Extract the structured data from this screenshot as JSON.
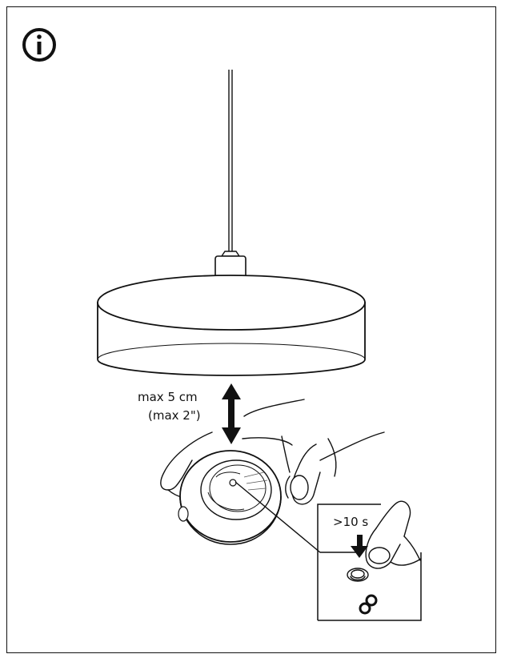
{
  "labels": {
    "distance_cm": "max 5 cm",
    "distance_in": "(max 2\")",
    "press_time": ">10 s"
  },
  "icons": {
    "info": "info-icon",
    "pair": "pairing-link-icon",
    "arrow_distance": "double-arrow-icon",
    "arrow_press": "down-arrow-icon"
  }
}
